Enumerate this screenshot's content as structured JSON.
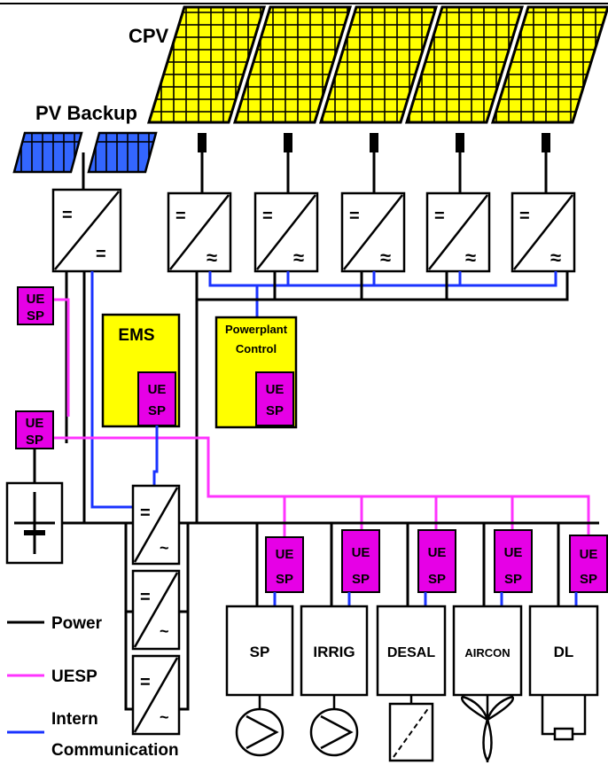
{
  "labels": {
    "cpv": "CPV",
    "pv_backup": "PV Backup",
    "ems": "EMS",
    "powerplant_line1": "Powerplant",
    "powerplant_line2": "Control",
    "ue": "UE",
    "sp": "SP",
    "dc": "=",
    "ac": "≈",
    "ac_single": "~"
  },
  "loads": [
    "SP",
    "IRRIG",
    "DESAL",
    "AIRCON",
    "DL"
  ],
  "legend": {
    "power": "Power",
    "uesp": "UESP",
    "intern_line1": "Intern",
    "intern_line2": "Communication"
  },
  "colors": {
    "power": "#000000",
    "uesp": "#ff33ff",
    "communication": "#1a33ff",
    "ue_box": "#e600e6",
    "yellow": "#ffff00",
    "pv_blue": "#3366ff"
  }
}
